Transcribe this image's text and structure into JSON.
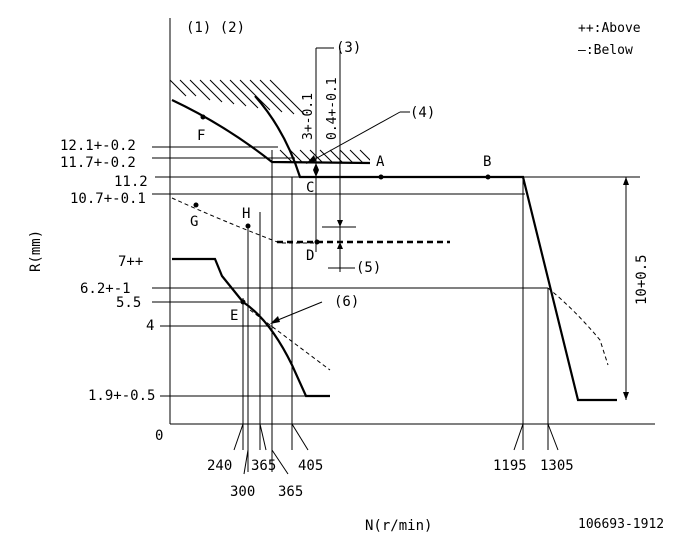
{
  "header": {
    "ref_label": "(1) (2)",
    "legend_above": "++:Above",
    "legend_below": "—:Below"
  },
  "axes": {
    "y_label": "R(mm)",
    "x_label": "N(r/min)",
    "origin": "0"
  },
  "y_ticks": [
    "12.1+-0.2",
    "11.7+-0.2",
    "11.2",
    "10.7+-0.1",
    "7++",
    "6.2+-1",
    "5.5",
    "4",
    "1.9+-0.5"
  ],
  "x_ticks_row1": [
    "240",
    "365",
    "405",
    "1195",
    "1305"
  ],
  "x_ticks_row2": [
    "300",
    "365"
  ],
  "points": {
    "A": "A",
    "B": "B",
    "C": "C",
    "D": "D",
    "E": "E",
    "F": "F",
    "G": "G",
    "H": "H"
  },
  "callouts": {
    "c3": "(3)",
    "c4": "(4)",
    "c5": "(5)",
    "c6": "(6)",
    "dim1": "3+-0.1",
    "dim2": "0.4+-0.1",
    "dim_right": "10+0.5"
  },
  "footer": {
    "code": "106693-1912"
  }
}
